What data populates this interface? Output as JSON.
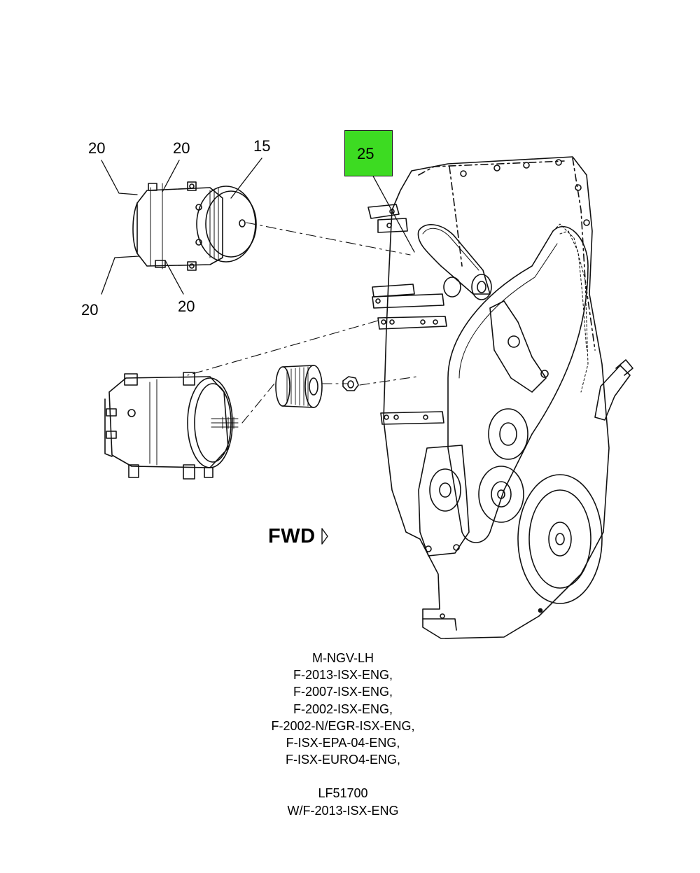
{
  "callouts": {
    "c20_top_left": "20",
    "c20_top_mid": "20",
    "c15": "15",
    "c20_bottom_left": "20",
    "c20_bottom_mid": "20",
    "c25_highlighted": "25"
  },
  "highlight_color": "#3ddb22",
  "direction_label": "FWD",
  "applicability": [
    "M-NGV-LH",
    "F-2013-ISX-ENG,",
    "F-2007-ISX-ENG,",
    "F-2002-ISX-ENG,",
    "F-2002-N/EGR-ISX-ENG,",
    "F-ISX-EPA-04-ENG,",
    "F-ISX-EURO4-ENG,"
  ],
  "part_note": {
    "part_number": "LF51700",
    "usage": "W/F-2013-ISX-ENG"
  }
}
